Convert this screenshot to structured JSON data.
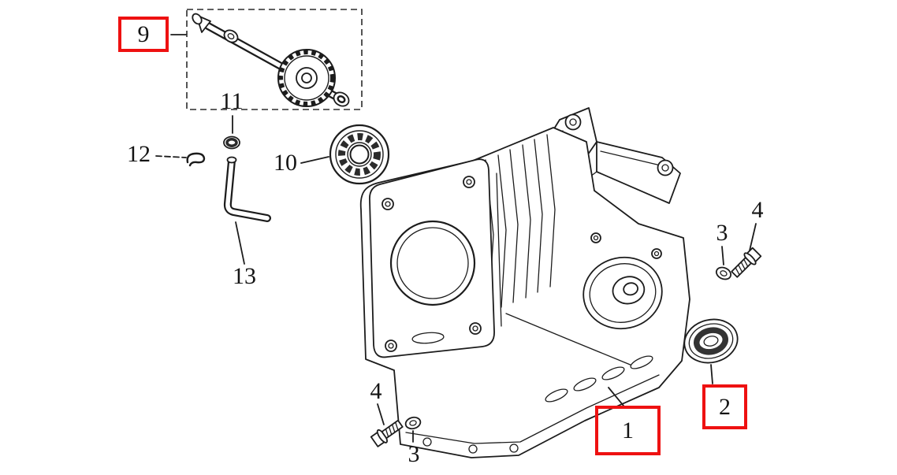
{
  "diagram": {
    "background": "#ffffff",
    "line_color": "#1c1c1c",
    "highlight_color": "#ee1111",
    "callouts": {
      "c9": "9",
      "c11": "11",
      "c12": "12",
      "c10": "10",
      "c13": "13",
      "c3_upper_right": "3",
      "c4_upper_right": "4",
      "c2": "2",
      "c1": "1",
      "c4_lower_left": "4",
      "c3_lower_left": "3"
    }
  }
}
